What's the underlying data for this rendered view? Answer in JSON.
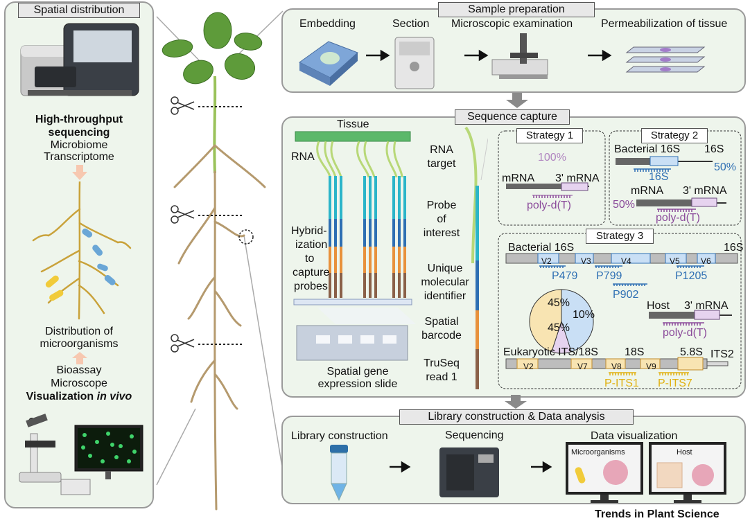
{
  "left_panel": {
    "title": "Spatial distribution",
    "hts_title_line1": "High-throughput",
    "hts_title_line2": "sequencing",
    "hts_item1": "Microbiome",
    "hts_item2": "Transcriptome",
    "distribution_line1": "Distribution of",
    "distribution_line2": "microorganisms",
    "bioassay": "Bioassay",
    "microscope": "Microscope",
    "visualization": "Visualization",
    "in_vivo": "in vivo"
  },
  "sample_prep": {
    "title": "Sample preparation",
    "steps": [
      "Embedding",
      "Section",
      "Microscopic examination",
      "Permeabilization of tissue"
    ]
  },
  "sequence_capture": {
    "title": "Sequence capture",
    "tissue": "Tissue",
    "rna": "RNA",
    "hybrid_lines": [
      "Hybrid-",
      "ization",
      "to",
      "capture",
      "probes"
    ],
    "slide_line1": "Spatial gene",
    "slide_line2": "expression slide",
    "rna_target_line1": "RNA",
    "rna_target_line2": "target",
    "probe_lines": [
      "Probe",
      "of",
      "interest"
    ],
    "umi_lines": [
      "Unique",
      "molecular",
      "identifier"
    ],
    "barcode_lines": [
      "Spatial",
      "barcode"
    ],
    "truseq_lines": [
      "TruSeq",
      "read 1"
    ],
    "colors": {
      "probe": "#2bb5c9",
      "umi": "#2e6fb3",
      "barcode": "#e8913c",
      "truseq": "#8a6048",
      "rna": "#b8d878"
    },
    "strategy1": {
      "title": "Strategy 1",
      "pct": "100%",
      "mrna": "mRNA",
      "mrna3": "3' mRNA",
      "polydt": "poly-d(T)"
    },
    "strategy2": {
      "title": "Strategy 2",
      "bacterial": "Bacterial 16S",
      "s16": "16S",
      "probe16s": "16S",
      "pct50a": "50%",
      "mrna": "mRNA",
      "mrna3": "3' mRNA",
      "pct50b": "50%",
      "polydt": "poly-d(T)"
    },
    "strategy3": {
      "title": "Strategy 3",
      "bacterial": "Bacterial 16S",
      "s16": "16S",
      "regions": [
        "V2",
        "V3",
        "V4",
        "V5",
        "V6"
      ],
      "probes": [
        "P479",
        "P799",
        "P902",
        "P1205"
      ],
      "pie": [
        {
          "label": "45%",
          "value": 45,
          "color": "#c9dff5"
        },
        {
          "label": "10%",
          "value": 10,
          "color": "#e6d3ef"
        },
        {
          "label": "45%",
          "value": 45,
          "color": "#f8e4b2"
        }
      ],
      "host": "Host",
      "host_mrna3": "3' mRNA",
      "host_polydt": "poly-d(T)",
      "euk": "Eukaryotic ITS/18S",
      "s18": "18S",
      "s58": "5.8S",
      "its2": "ITS2",
      "euk_regions": [
        "V2",
        "V7",
        "V8",
        "V9"
      ],
      "euk_probes": [
        "P-ITS1",
        "P-ITS7"
      ]
    }
  },
  "library": {
    "title": "Library construction & Data analysis",
    "steps": [
      "Library construction",
      "Sequencing",
      "Data visualization"
    ],
    "screen1": "Microorganisms",
    "screen2": "Host"
  },
  "footer": "Trends in Plant Science"
}
